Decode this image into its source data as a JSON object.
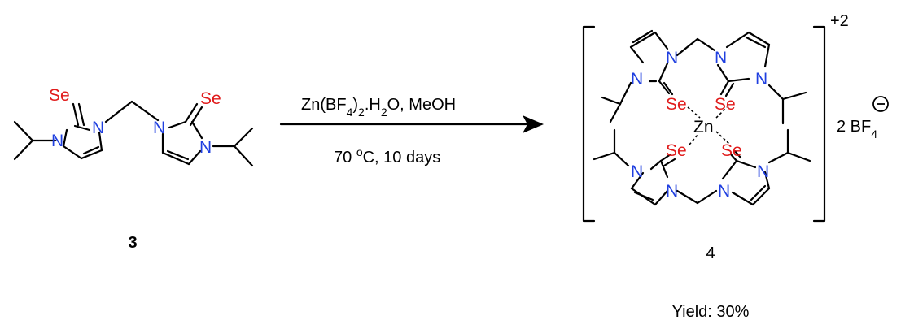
{
  "reactant": {
    "label": "3",
    "atoms": {
      "n": "N",
      "se": "Se"
    }
  },
  "conditions": {
    "reagent_a": "Zn(BF",
    "reagent_sub": "4",
    "reagent_b": ")",
    "reagent_sub2": "2",
    "reagent_c": ".H",
    "reagent_sub3": "2",
    "reagent_d": "O, MeOH",
    "temp_a": "70 ",
    "temp_sup": "o",
    "temp_b": "C, 10 days"
  },
  "product": {
    "label": "4",
    "charge": "+2",
    "metal": "Zn",
    "counterion_a": "2 BF",
    "counterion_sub": "4",
    "counterion_charge": "⊖",
    "yield": "Yield: 30%"
  },
  "colors": {
    "nitrogen": "#1f3fe0",
    "selenium": "#e01b1b",
    "bond": "#000000"
  }
}
